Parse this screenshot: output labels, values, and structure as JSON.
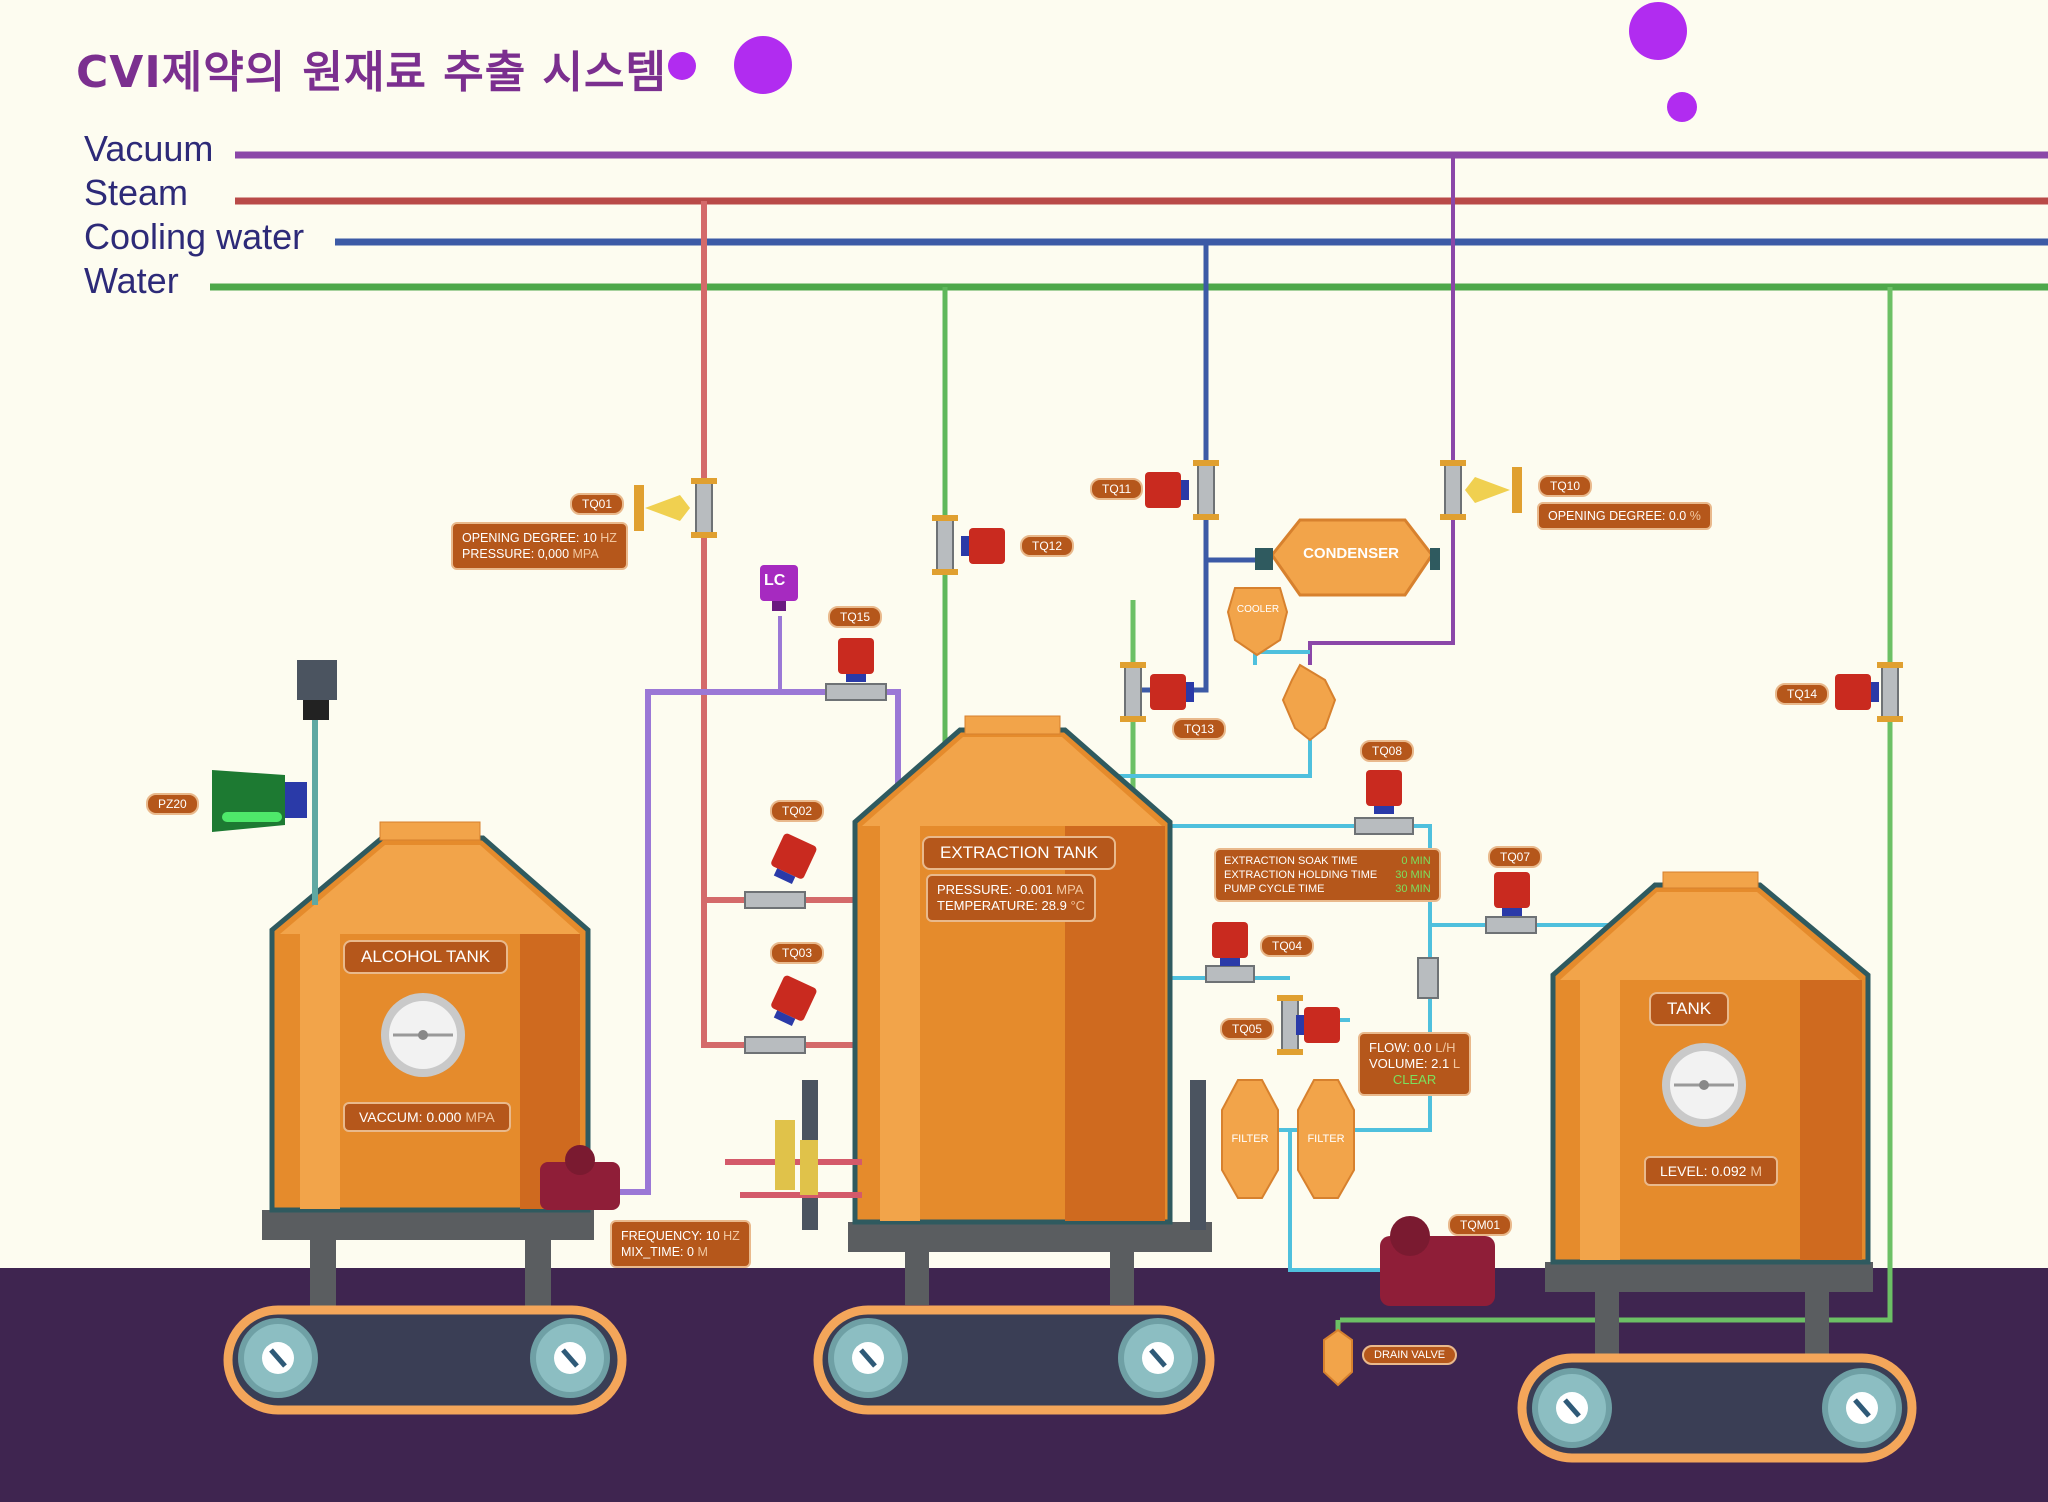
{
  "title": "CVI제약의 원재료 추출 시스템",
  "utilities": {
    "vacuum": "Vacuum",
    "steam": "Steam",
    "cooling_water": "Cooling water",
    "water": "Water"
  },
  "colors": {
    "vacuum": "#8b47a8",
    "steam": "#b94a48",
    "cooling_water": "#3c5aa6",
    "water": "#4ea84a",
    "tank_orange": "#ef9a3a",
    "floor": "#3f2550",
    "tag_bg": "#b5571b"
  },
  "valves": {
    "tq01": "TQ01",
    "tq02": "TQ02",
    "tq03": "TQ03",
    "tq04": "TQ04",
    "tq05": "TQ05",
    "tq07": "TQ07",
    "tq08": "TQ08",
    "tq10": "TQ10",
    "tq11": "TQ11",
    "tq12": "TQ12",
    "tq13": "TQ13",
    "tq14": "TQ14",
    "tq15": "TQ15",
    "pz20": "PZ20",
    "tqm01": "TQM01",
    "lc": "LC"
  },
  "tq01_panel": {
    "opening_label": "OPENING DEGREE:",
    "opening_value": "10",
    "opening_unit": "HZ",
    "pressure_label": "PRESSURE:",
    "pressure_value": "0,000",
    "pressure_unit": "MPA"
  },
  "tq10_panel": {
    "opening_label": "OPENING DEGREE:",
    "opening_value": "0.0",
    "opening_unit": "%"
  },
  "alcohol_tank": {
    "name": "ALCOHOL TANK",
    "vacuum_label": "VACCUM:",
    "vacuum_value": "0.000",
    "vacuum_unit": "MPA"
  },
  "extraction_tank": {
    "name": "EXTRACTION TANK",
    "pressure_label": "PRESSURE:",
    "pressure_value": "-0.001",
    "pressure_unit": "MPA",
    "temperature_label": "TEMPERATURE:",
    "temperature_value": "28.9",
    "temperature_unit": "°C"
  },
  "tank": {
    "name": "TANK",
    "level_label": "LEVEL:",
    "level_value": "0.092",
    "level_unit": "M"
  },
  "pump_panel": {
    "frequency_label": "FREQUENCY:",
    "frequency_value": "10",
    "frequency_unit": "HZ",
    "mix_label": "MIX_TIME:",
    "mix_value": "0",
    "mix_unit": "M"
  },
  "timing_panel": {
    "soak_label": "EXTRACTION SOAK TIME",
    "soak_value": "0 MIN",
    "holding_label": "EXTRACTION HOLDING TIME",
    "holding_value": "30 MIN",
    "pump_label": "PUMP CYCLE TIME",
    "pump_value": "30 MIN"
  },
  "flow_panel": {
    "flow_label": "FLOW:",
    "flow_value": "0.0",
    "flow_unit": "L/H",
    "volume_label": "VOLUME:",
    "volume_value": "2.1",
    "volume_unit": "L",
    "clear_label": "CLEAR"
  },
  "equipment": {
    "condenser": "CONDENSER",
    "cooler": "COOLER",
    "filter_1": "FILTER",
    "filter_2": "FILTER",
    "drain_valve": "DRAIN VALVE"
  }
}
